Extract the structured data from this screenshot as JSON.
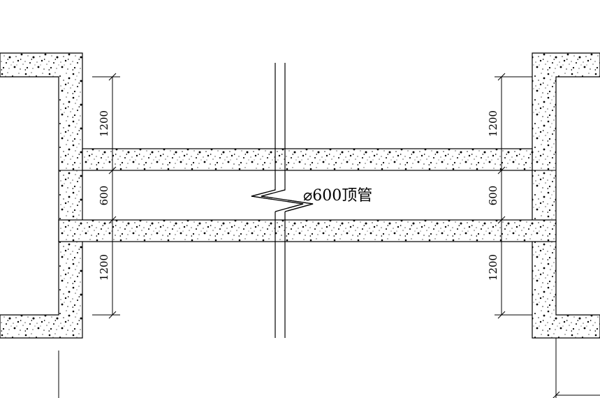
{
  "drawing": {
    "pipe_label": "⌀600顶管",
    "dims": {
      "left_top": "1200",
      "left_mid": "600",
      "left_bottom": "1200",
      "right_top": "1200",
      "right_mid": "600",
      "right_bottom": "1200"
    }
  }
}
